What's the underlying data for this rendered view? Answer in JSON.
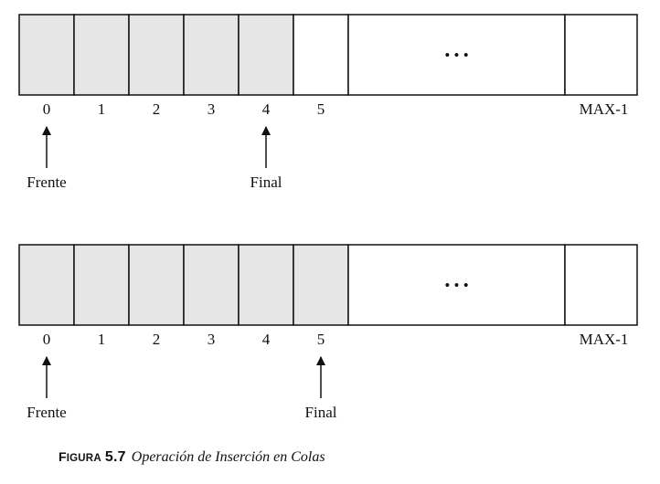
{
  "caption": {
    "label_first": "F",
    "label_rest": "IGURA",
    "number": "5.7",
    "text": "Operación de Inserción en Colas"
  },
  "colors": {
    "filled_cell": "#e6e6e6",
    "empty_cell": "#ffffff",
    "stroke": "#111111"
  },
  "queues": [
    {
      "filled_count": 5,
      "index_labels": [
        "0",
        "1",
        "2",
        "3",
        "4",
        "5"
      ],
      "ellipsis": "• • •",
      "max_label": "MAX-1",
      "front_label": "Frente",
      "front_index": 0,
      "rear_label": "Final",
      "rear_index": 4
    },
    {
      "filled_count": 6,
      "index_labels": [
        "0",
        "1",
        "2",
        "3",
        "4",
        "5"
      ],
      "ellipsis": "• • •",
      "max_label": "MAX-1",
      "front_label": "Frente",
      "front_index": 0,
      "rear_label": "Final",
      "rear_index": 5
    }
  ]
}
